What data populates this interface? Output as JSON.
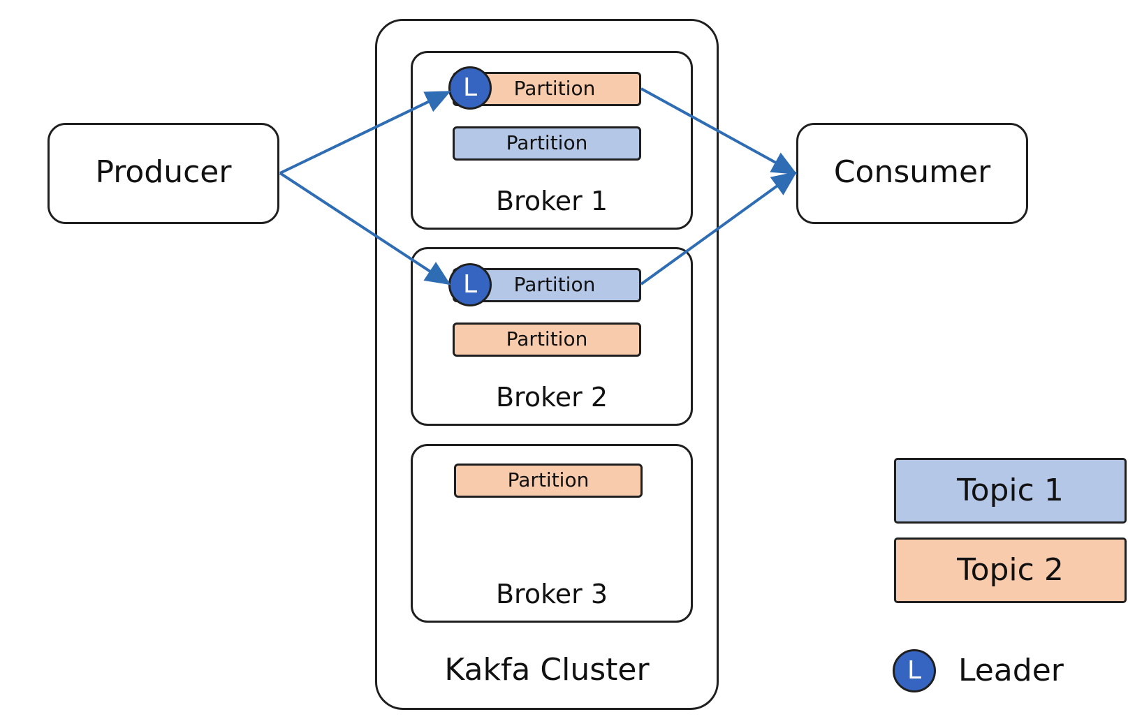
{
  "producer": {
    "label": "Producer"
  },
  "consumer": {
    "label": "Consumer"
  },
  "cluster": {
    "label": "Kakfa Cluster",
    "brokers": [
      {
        "label": "Broker 1",
        "partitions": [
          {
            "label": "Partition",
            "topic": 2,
            "leader": true
          },
          {
            "label": "Partition",
            "topic": 1,
            "leader": false
          }
        ]
      },
      {
        "label": "Broker 2",
        "partitions": [
          {
            "label": "Partition",
            "topic": 1,
            "leader": true
          },
          {
            "label": "Partition",
            "topic": 2,
            "leader": false
          }
        ]
      },
      {
        "label": "Broker 3",
        "partitions": [
          {
            "label": "Partition",
            "topic": 2,
            "leader": false
          }
        ]
      }
    ]
  },
  "leader_badge": {
    "letter": "L"
  },
  "legend": {
    "topic1": "Topic 1",
    "topic2": "Topic 2",
    "leader_letter": "L",
    "leader_label": "Leader"
  },
  "colors": {
    "topic1": "#b4c7e7",
    "topic2": "#f8cbad",
    "leader": "#3565c0",
    "arrow": "#2e6db4",
    "border": "#1f1f1f"
  }
}
